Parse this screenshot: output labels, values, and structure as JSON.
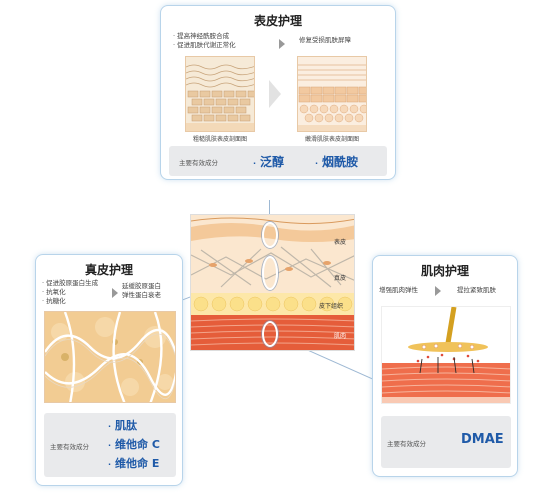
{
  "top_panel": {
    "title": "表皮护理",
    "bullets": [
      "提高神经酰胺合成",
      "促进肌肤代谢正常化"
    ],
    "result": "修复受损肌肤屏障",
    "caption_before": "粗糙肌肤表皮剖面图",
    "caption_after": "嫩滑肌肤表皮剖面图",
    "ingredient_label": "主要有效成分",
    "ingredients": [
      "泛醇",
      "烟酰胺"
    ]
  },
  "left_panel": {
    "title": "真皮护理",
    "bullets": [
      "促进胶原蛋白生成",
      "抗氧化",
      "抗糖化"
    ],
    "result_lines": [
      "延缓胶原蛋白",
      "弹性蛋白衰老"
    ],
    "ingredient_label": "主要有效成分",
    "ingredients": [
      "肌肽",
      "维他命 C",
      "维他命 E"
    ]
  },
  "right_panel": {
    "title": "肌肉护理",
    "cause": "增强肌肉弹性",
    "result": "提拉紧致肌肤",
    "ingredient_label": "主要有效成分",
    "ingredients": [
      "DMAE"
    ]
  },
  "center_diagram": {
    "layer_labels": [
      "表皮",
      "真皮",
      "皮下组织",
      "肌肉"
    ]
  },
  "colors": {
    "panel_border": "#b8d4ea",
    "ingredient_text": "#1f5aa8",
    "ingredient_bg": "#e9eaec"
  }
}
